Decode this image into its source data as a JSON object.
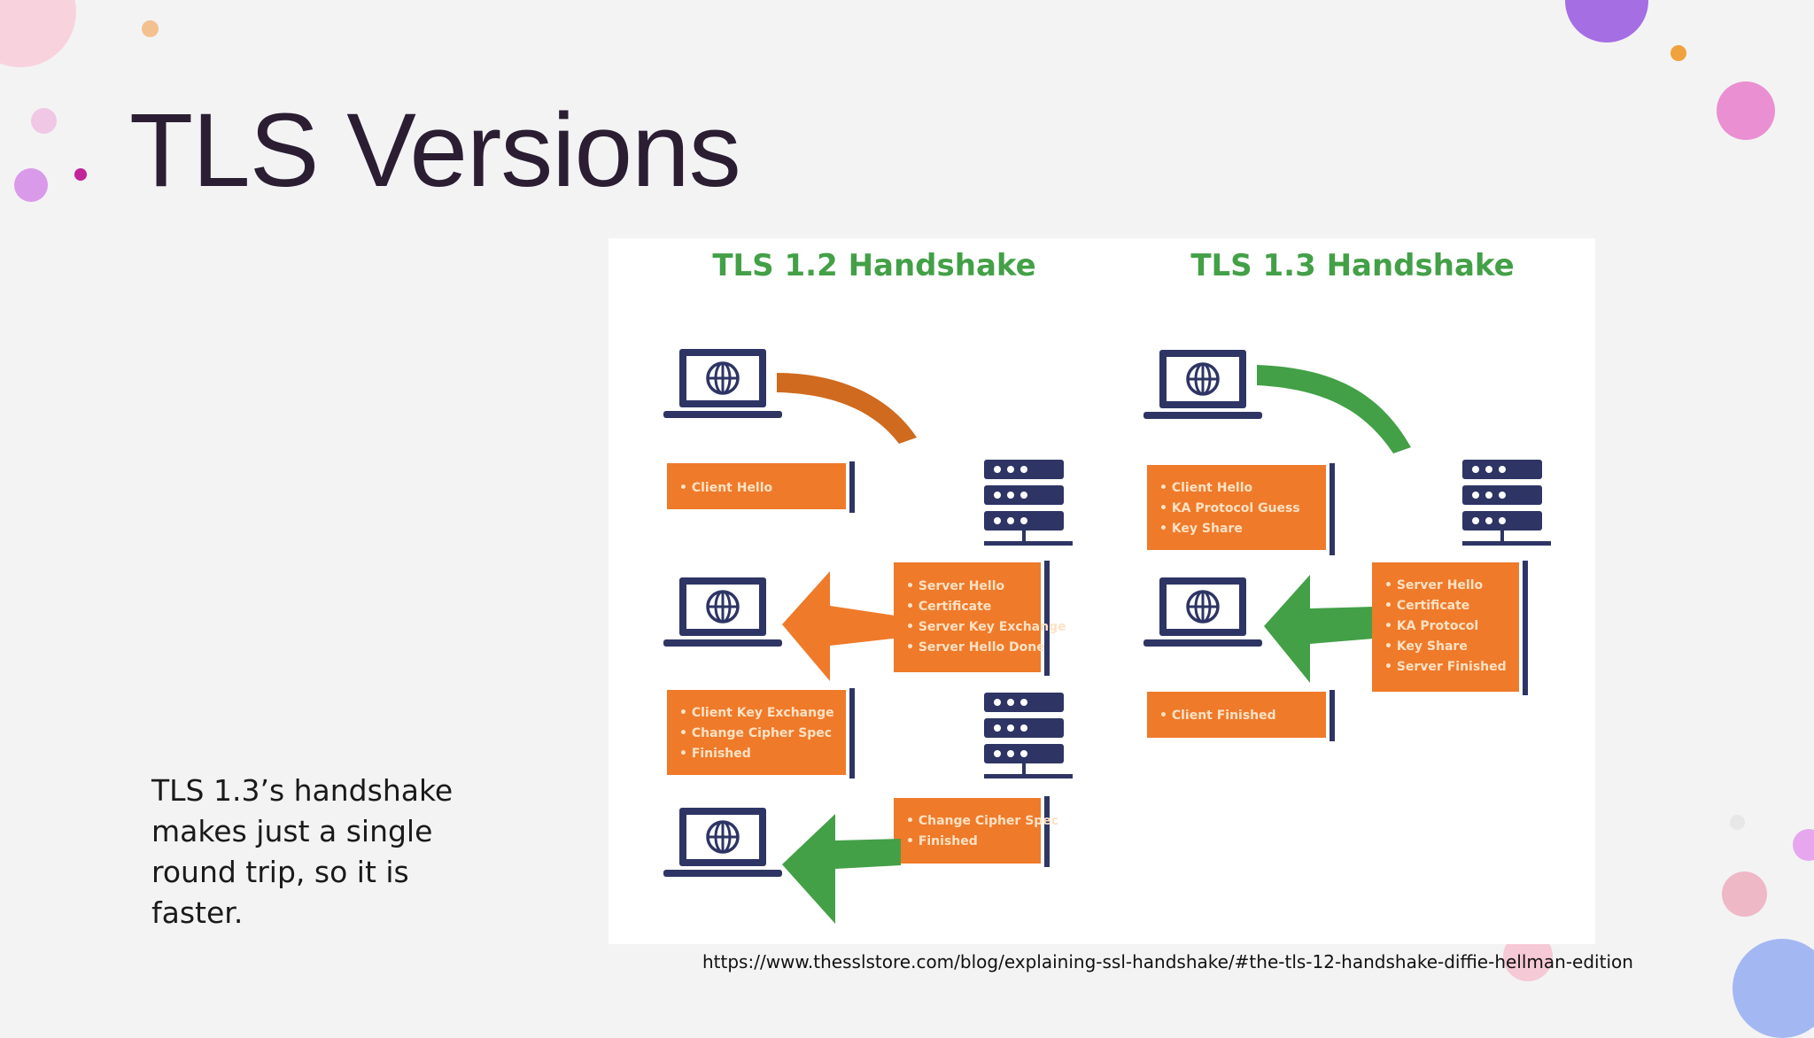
{
  "slide": {
    "title": "TLS Versions",
    "body": "TLS 1.3’s handshake makes just a single round trip, so it is faster.",
    "source_url": "https://www.thesslstore.com/blog/explaining-ssl-handshake/#the-tls-12-handshake-diffie-hellman-edition"
  },
  "colors": {
    "orange": "#ef7a2a",
    "green": "#43a047",
    "navy": "#2e3565",
    "arc_orange": "#cf6a1f"
  },
  "diagram": {
    "tls12": {
      "title": "TLS 1.2 Handshake",
      "client_hello": [
        "Client Hello"
      ],
      "server_hello": [
        "Server Hello",
        "Certificate",
        "Server Key Exchange",
        "Server Hello Done"
      ],
      "client_key": [
        "Client Key Exchange",
        "Change Cipher Spec",
        "Finished"
      ],
      "server_finish": [
        "Change Cipher Spec",
        "Finished"
      ]
    },
    "tls13": {
      "title": "TLS 1.3 Handshake",
      "client_hello": [
        "Client Hello",
        "KA Protocol Guess",
        "Key Share"
      ],
      "server_hello": [
        "Server Hello",
        "Certificate",
        "KA Protocol",
        "Key Share",
        "Server Finished"
      ],
      "client_finished": [
        "Client Finished"
      ]
    }
  }
}
